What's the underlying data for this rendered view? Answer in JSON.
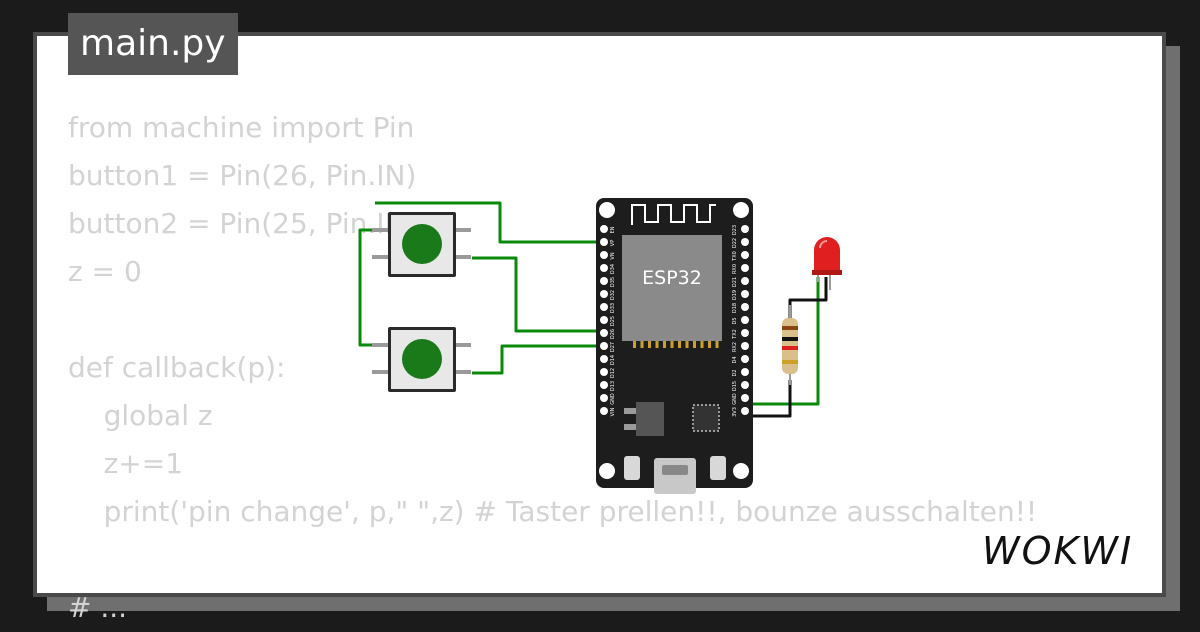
{
  "file": {
    "name": "main.py"
  },
  "code": {
    "lines": [
      "from machine import Pin",
      "button1 = Pin(26, Pin.IN)",
      "button2 = Pin(25, Pin.IN)",
      "z = 0",
      "",
      "def callback(p):",
      "    global z",
      "    z+=1",
      "    print('pin change', p,\" \",z) # Taster prellen!!, bounze ausschalten!!",
      "",
      "# ..."
    ]
  },
  "board": {
    "label": "ESP32",
    "left_pins": [
      "EN",
      "VP",
      "VN",
      "D34",
      "D35",
      "D32",
      "D33",
      "D25",
      "D26",
      "D27",
      "D14",
      "D12",
      "D13",
      "GND",
      "VIN"
    ],
    "right_pins": [
      "D23",
      "D22",
      "TX0",
      "RX0",
      "D21",
      "D19",
      "D18",
      "D5",
      "TX2",
      "RX2",
      "D4",
      "D2",
      "D15",
      "GND",
      "3V3"
    ]
  },
  "logo": {
    "text": "WOKWI"
  },
  "colors": {
    "wire": "#0a8a0a",
    "board": "#1d1d1d",
    "chip": "#8a8a8a",
    "button_cap": "#1a7a1a",
    "led": "#e02020",
    "code_text": "#d3d3d3",
    "tab_bg": "#555555"
  }
}
